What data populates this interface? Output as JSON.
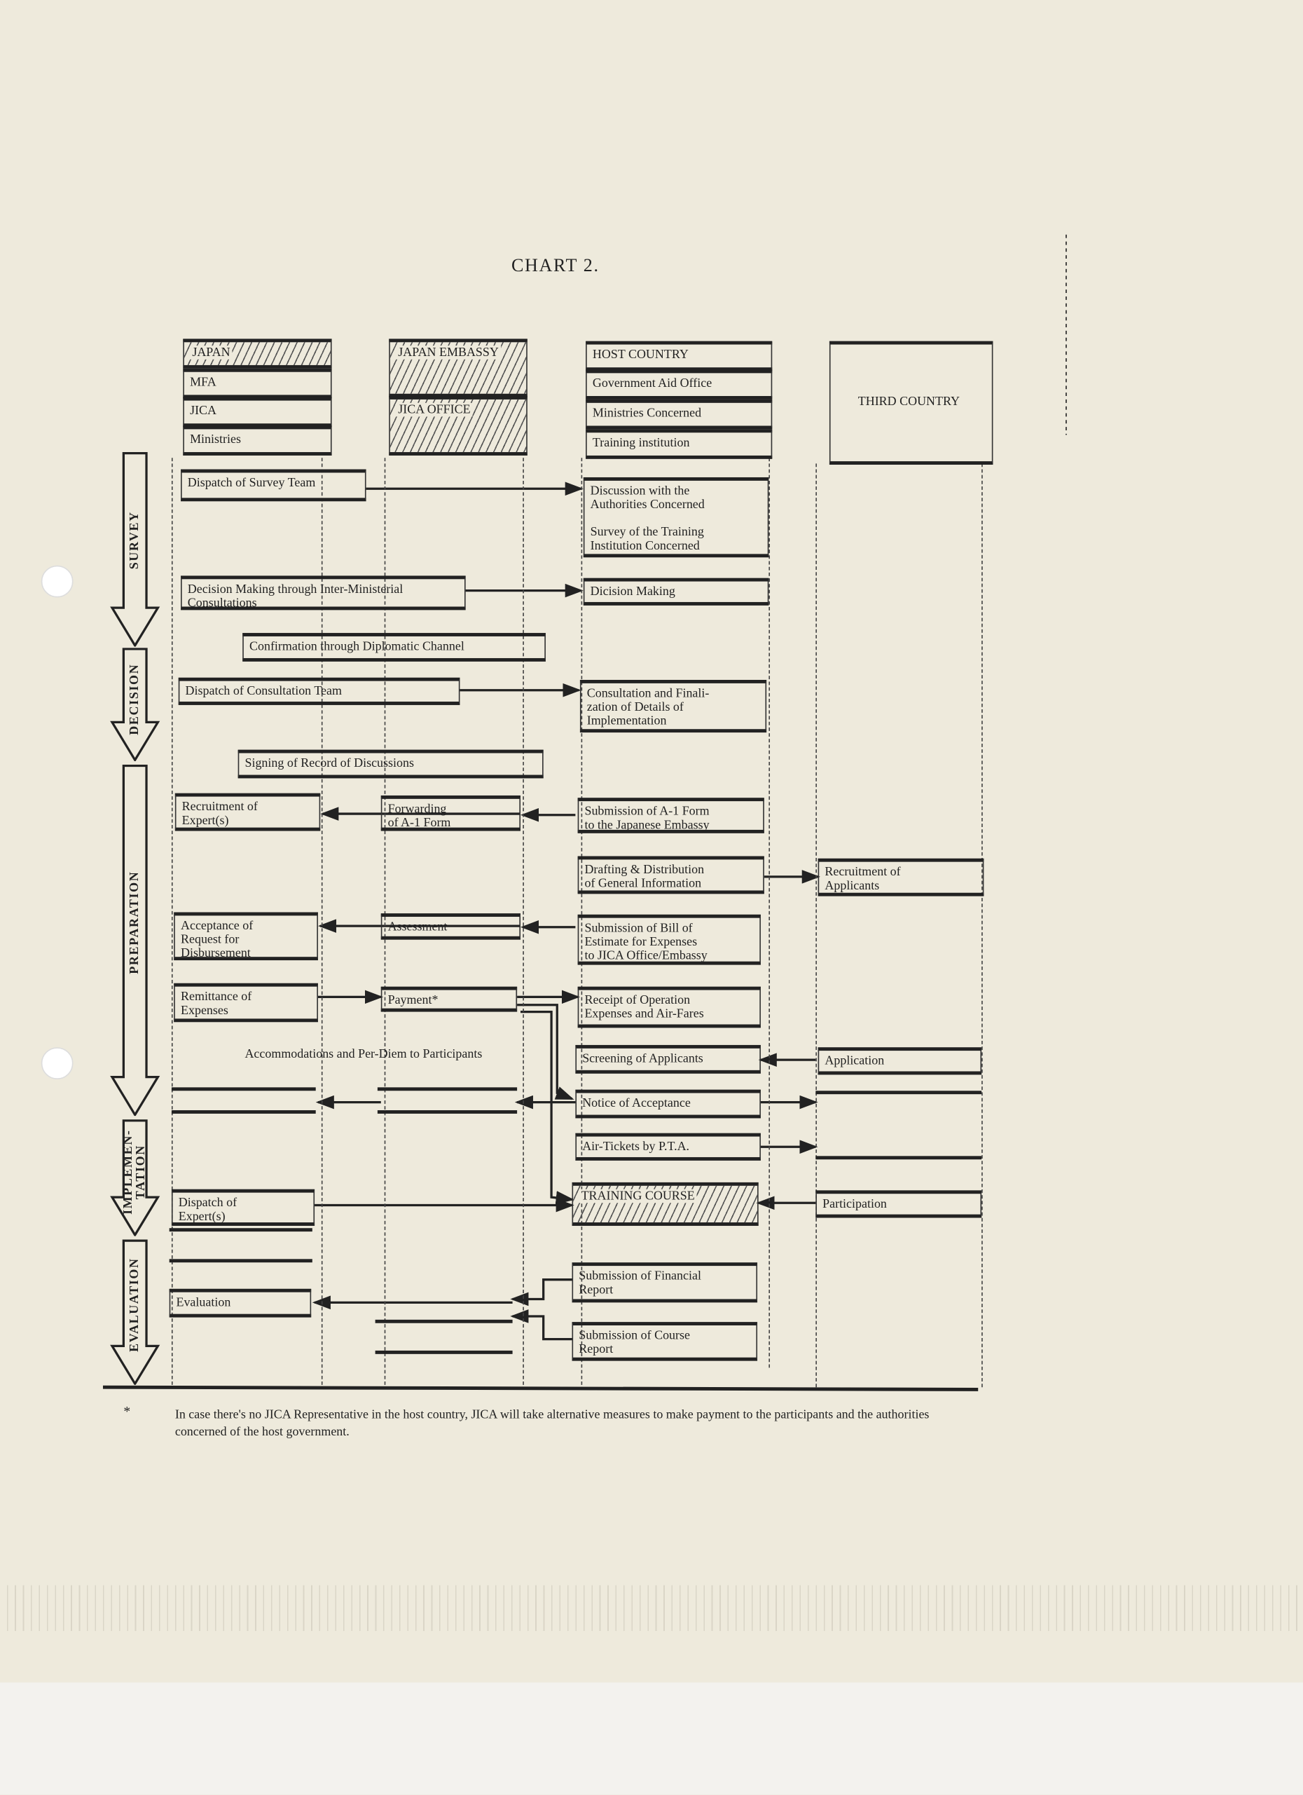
{
  "title": "CHART 2.",
  "header": {
    "japan": [
      "JAPAN",
      "MFA",
      "JICA",
      "Ministries"
    ],
    "japan_embassy": "JAPAN EMBASSY",
    "jica_office": "JICA OFFICE",
    "host": [
      "HOST COUNTRY",
      "Government Aid Office",
      "Ministries Concerned",
      "Training institution"
    ],
    "third_country": "THIRD COUNTRY"
  },
  "phases": [
    "SURVEY",
    "DECISION",
    "PREPARATION",
    "IMPLEMEN-\nTATION",
    "EVALUATION"
  ],
  "boxes": {
    "survey_team": "Dispatch of Survey Team",
    "discussion": "Discussion with the\nAuthorities Concerned\n\nSurvey of the Training\nInstitution Concerned",
    "decision_inter": "Decision Making through Inter-Ministerial\nConsultations",
    "decision_host": "Dicision Making",
    "confirmation": "Confirmation through Diplomatic Channel",
    "consult_team": "Dispatch of Consultation Team",
    "consult_final": "Consultation and Finali-\nzation of Details of\nImplementation",
    "signing": "Signing of Record of Discussions",
    "recruit_expert": "Recruitment of\nExpert(s)",
    "forwarding": "Forwarding\nof A-1 Form",
    "submission_a1": "Submission of A-1 Form\nto the Japanese Embassy",
    "drafting": "Drafting & Distribution\nof General Information",
    "recruit_applicants": "Recruitment of\nApplicants",
    "acceptance_request": "Acceptance of\nRequest for\nDisbursement",
    "assessment": "Assessment",
    "submission_bill": "Submission of Bill of\nEstimate for Expenses\nto JICA Office/Embassy",
    "remittance": "Remittance of\nExpenses",
    "payment": "Payment*",
    "receipt": "Receipt of Operation\nExpenses and Air-Fares",
    "accommodations": "Accommodations and Per-Diem to Participants",
    "screening": "Screening of Applicants",
    "application": "Application",
    "notice": "Notice of Acceptance",
    "air_tickets": "Air-Tickets by P.T.A.",
    "dispatch_expert": "Dispatch of\nExpert(s)",
    "training_course": "TRAINING COURSE",
    "participation": "Participation",
    "financial_report": "Submission of Financial\nReport",
    "evaluation": "Evaluation",
    "course_report": "Submission of Course\nReport"
  },
  "footnote_marker": "*",
  "footnote": "In case there's no JICA Representative in the host country, JICA will take alternative measures to make payment to the participants and the authorities concerned of the host government."
}
